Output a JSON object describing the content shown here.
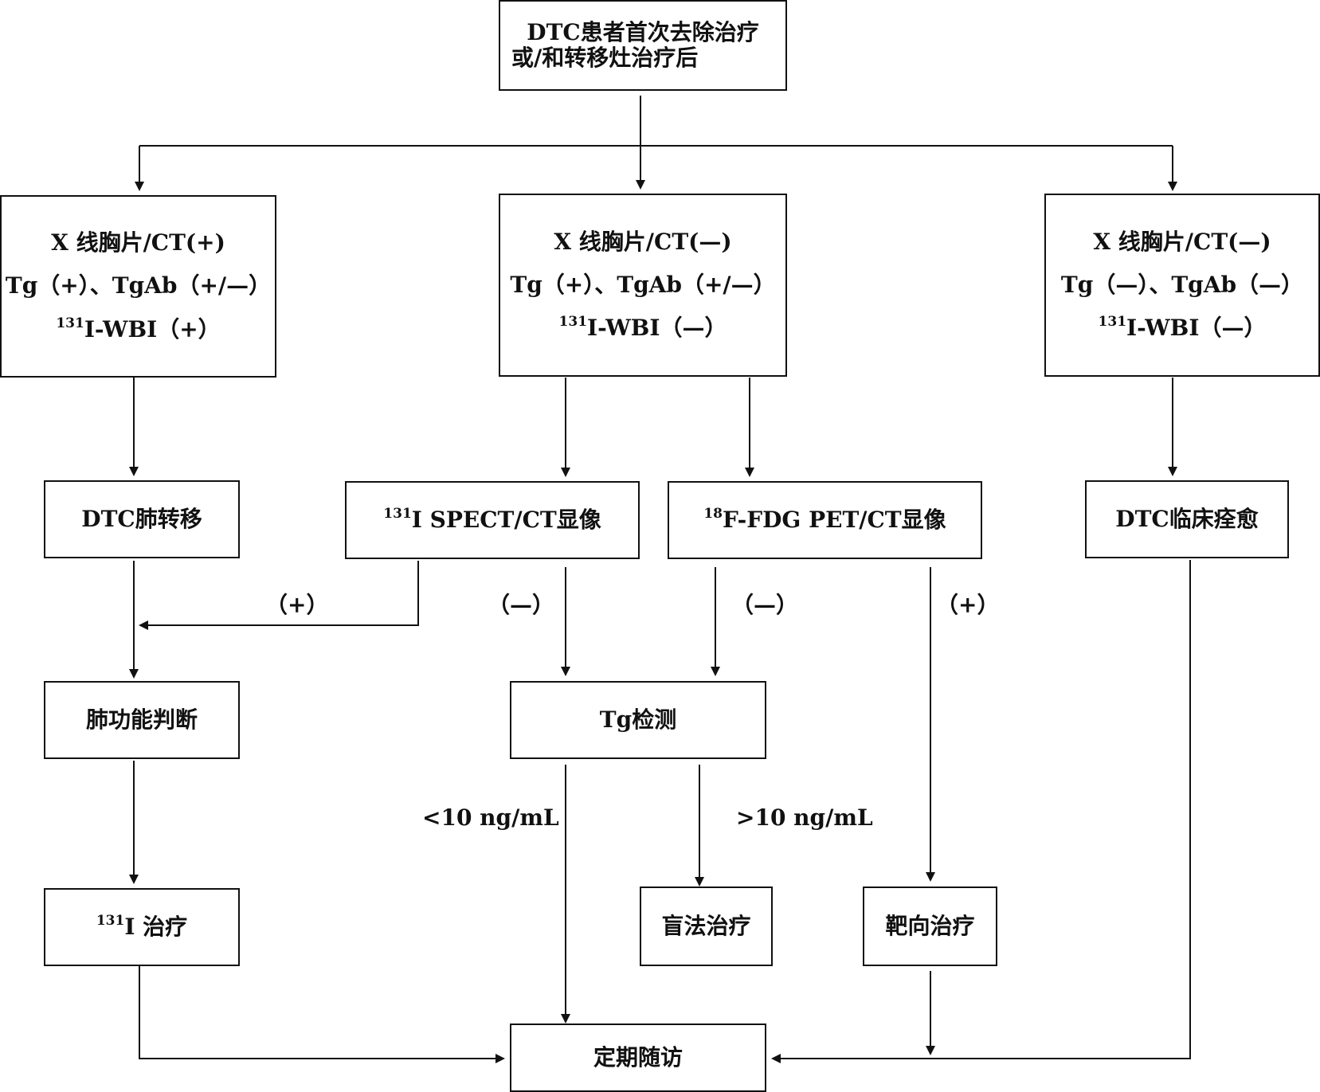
{
  "top": {
    "line1": "DTC患者首次去除治疗",
    "line2": "或/和转移灶治疗后"
  },
  "col1": {
    "line1": "X 线胸片/CT(+)",
    "line2": "Tg（+）、TgAb（+/—）",
    "sup": "131",
    "line3": "I-WBI（+）"
  },
  "col2": {
    "line1": "X 线胸片/CT(—)",
    "line2": "Tg（+）、TgAb（+/—）",
    "sup": "131",
    "line3": "I-WBI（—）"
  },
  "col3": {
    "line1": "X 线胸片/CT(—)",
    "line2": "Tg（—）、TgAb（—）",
    "sup": "131",
    "line3": "I-WBI（—）"
  },
  "lung_meta": "DTC肺转移",
  "spect": {
    "sup": "131",
    "text": "I SPECT/CT显像"
  },
  "pet": {
    "sup": "18",
    "text": "F-FDG PET/CT显像"
  },
  "cured": "DTC临床痊愈",
  "lung_func": "肺功能判断",
  "tg_test": "Tg检测",
  "i_therapy": {
    "sup": "131",
    "text": "I 治疗"
  },
  "empiric": "盲法治疗",
  "targeted": "靶向治疗",
  "followup": "定期随访",
  "labels": {
    "spect_pos": "（+）",
    "spect_neg": "（—）",
    "pet_neg": "（—）",
    "pet_pos": "（+）",
    "tg_low": "<10 ng/mL",
    "tg_high": ">10 ng/mL"
  }
}
